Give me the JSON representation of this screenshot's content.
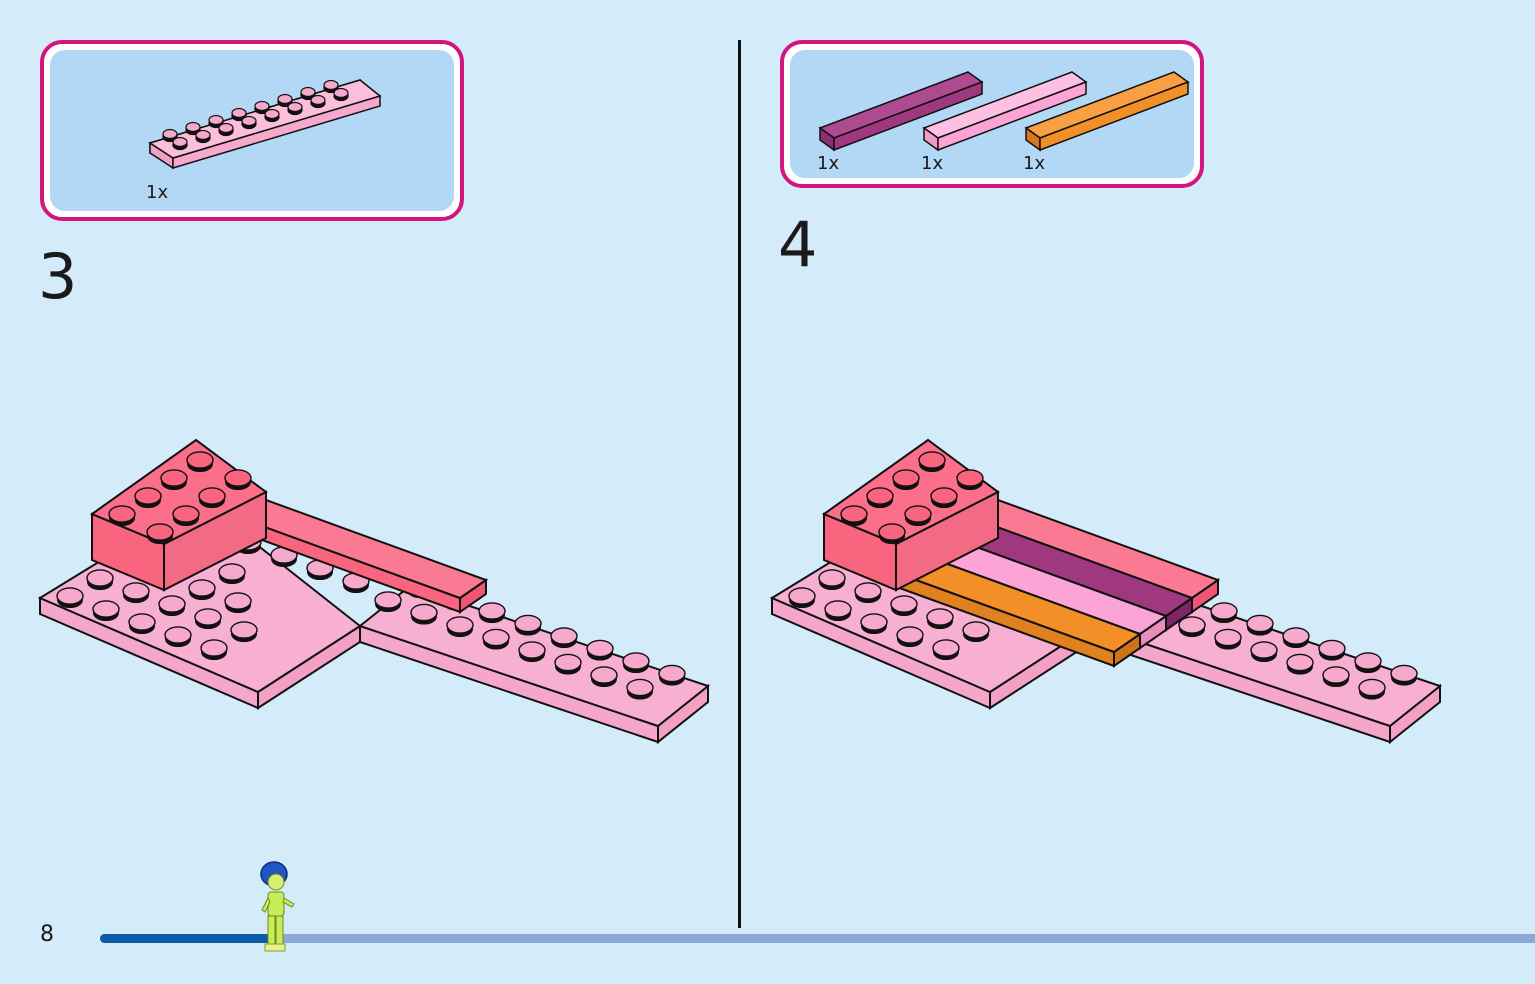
{
  "page": {
    "number": "8"
  },
  "steps": [
    {
      "number": "3",
      "parts": [
        {
          "qty": "1x",
          "name": "pink plate 2x8",
          "color": "#f7a9cd"
        }
      ]
    },
    {
      "number": "4",
      "parts": [
        {
          "qty": "1x",
          "name": "magenta tile",
          "color": "#a0387f"
        },
        {
          "qty": "1x",
          "name": "light pink tile",
          "color": "#fca4d6"
        },
        {
          "qty": "1x",
          "name": "orange tile",
          "color": "#f28f27"
        }
      ]
    }
  ],
  "colors": {
    "background": "#d4ebfa",
    "parts_box_border": "#d3157e",
    "coral_brick": "#f9647f",
    "pink_plate": "#f7a9cd",
    "progress_done": "#0e5aa7",
    "progress_track": "#8aa9d9"
  },
  "progress": {
    "fraction": 0.12
  }
}
